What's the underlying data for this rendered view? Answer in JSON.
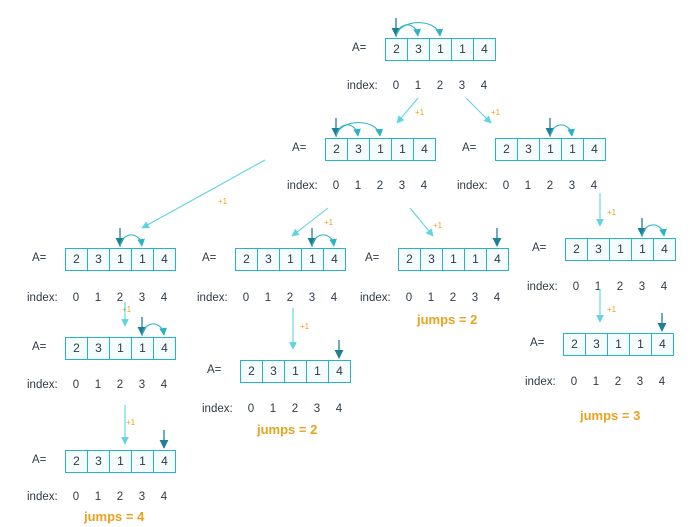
{
  "array_label": "A=",
  "index_label": "index:",
  "values": [
    "2",
    "3",
    "1",
    "1",
    "4"
  ],
  "indices": [
    "0",
    "1",
    "2",
    "3",
    "4"
  ],
  "plus_label": "+1",
  "jumps_labels": [
    "jumps = 2",
    "jumps = 2",
    "jumps = 3",
    "jumps = 4"
  ],
  "colors": {
    "cell_border": "#29b3c6",
    "pointer": "#1f7f94",
    "edge": "#5fd3e3",
    "jumps": "#e8a21f"
  }
}
